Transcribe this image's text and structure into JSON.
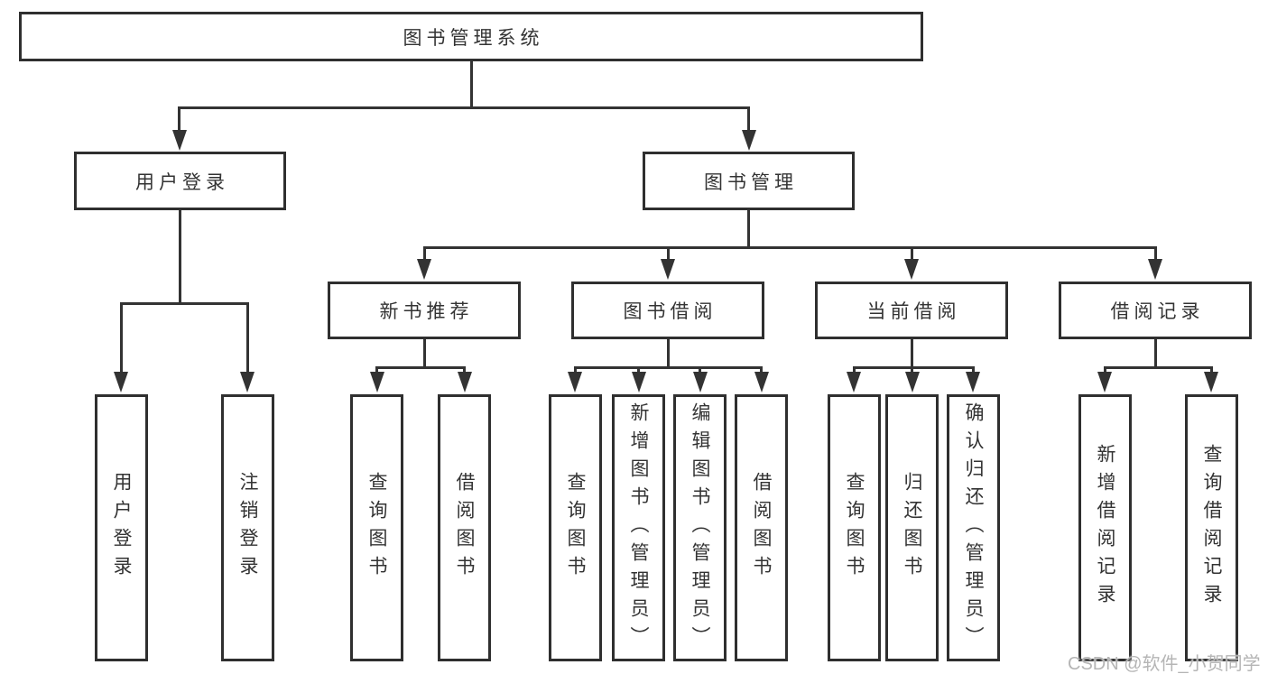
{
  "tree": {
    "root": "图书管理系统",
    "branches": [
      {
        "label": "用户登录",
        "leaves": [
          "用户登录",
          "注销登录"
        ]
      },
      {
        "label": "图书管理",
        "groups": [
          {
            "label": "新书推荐",
            "leaves": [
              "查询图书",
              "借阅图书"
            ]
          },
          {
            "label": "图书借阅",
            "leaves": [
              "查询图书",
              "新增图书（管理员）",
              "编辑图书（管理员）",
              "借阅图书"
            ]
          },
          {
            "label": "当前借阅",
            "leaves": [
              "查询图书",
              "归还图书",
              "确认归还（管理员）"
            ]
          },
          {
            "label": "借阅记录",
            "leaves": [
              "新增借阅记录",
              "查询借阅记录"
            ]
          }
        ]
      }
    ]
  },
  "watermark": "CSDN @软件_小贺同学"
}
